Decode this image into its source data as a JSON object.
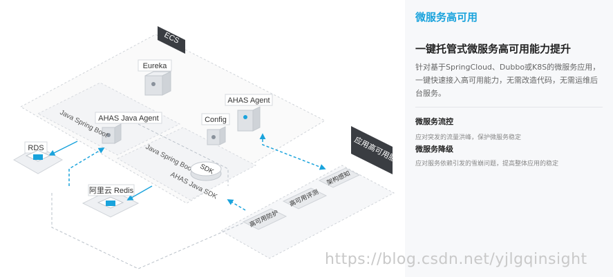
{
  "diagram": {
    "ecs": "ECS",
    "eureka": "Eureka",
    "ahas_java_agent": "AHAS Java Agent",
    "ahas_agent": "AHAS Agent",
    "config": "Config",
    "rds": "RDS",
    "aliyun_redis": "阿里云 Redis",
    "java_spring_boot_1": "Java Spring Boot",
    "java_spring_boot_2": "Java Spring Boot",
    "sdk": "SDK",
    "ahas_java_sdk": "AHAS Java SDK",
    "ahas_service": "应用高可用服务AHAS",
    "tag_arch": "架构感知",
    "tag_eval": "高可用评测",
    "tag_protect": "高可用防护"
  },
  "panel": {
    "title": "微服务高可用",
    "subtitle": "一键托管式微服务高可用能力提升",
    "description": "针对基于SpringCloud、Dubbo或K8S的微服务应用，一键快速接入高可用能力，无需改造代码，无需运维后台服务。",
    "features": [
      {
        "title": "微服务流控",
        "desc": "应对突发的流量洪峰，保护微服务稳定"
      },
      {
        "title": "微服务降级",
        "desc": "应对服务依赖引发的雪崩问题，提高整体应用的稳定"
      }
    ]
  },
  "watermark": "https://blog.csdn.net/yjlgqinsight",
  "colors": {
    "accent": "#1aa3dc",
    "dark_label": "#333333"
  }
}
